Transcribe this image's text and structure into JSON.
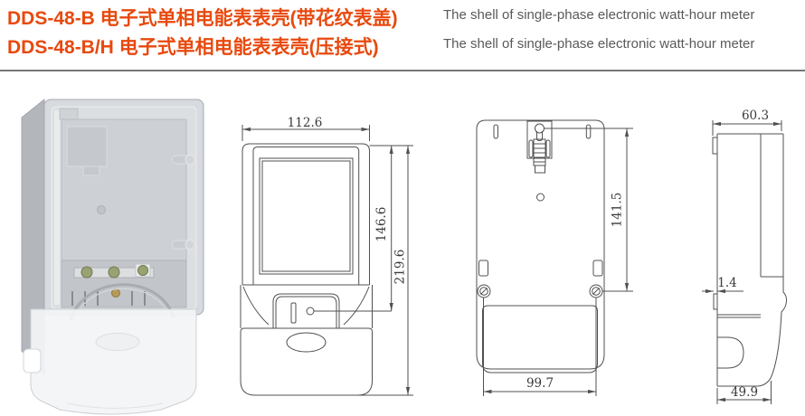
{
  "header": {
    "accent_color": "#e8490e",
    "subtitle_color": "#59595b",
    "rows": [
      {
        "title_cn": "DDS-48-B 电子式单相电能表表壳(带花纹表盖)",
        "title_en": "The shell of single-phase electronic watt-hour meter"
      },
      {
        "title_cn": "DDS-48-B/H 电子式单相电能表表壳(压接式)",
        "title_en": "The shell of single-phase electronic watt-hour meter"
      }
    ]
  },
  "drawings": {
    "front_view": {
      "dim_width": "112.6",
      "dim_seal_height": "146.6",
      "dim_total_height": "219.6"
    },
    "back_view": {
      "dim_hanger_to_screw": "141.5",
      "dim_screw_span": "99.7"
    },
    "side_view": {
      "dim_depth": "60.3",
      "dim_rib": "1.4",
      "dim_base_depth": "49.9"
    }
  }
}
